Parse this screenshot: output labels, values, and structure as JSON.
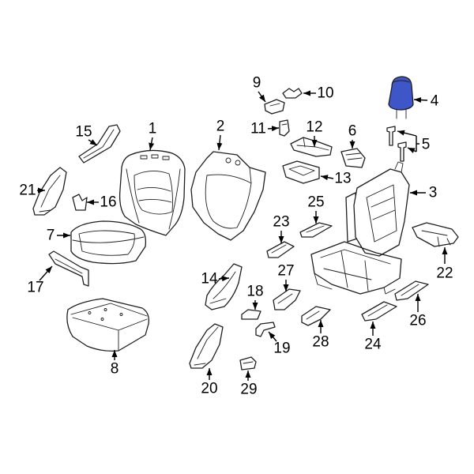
{
  "diagram": {
    "callouts": {
      "p1": "1",
      "p2": "2",
      "p3": "3",
      "p4": "4",
      "p5": "5",
      "p6": "6",
      "p7": "7",
      "p8": "8",
      "p9": "9",
      "p10": "10",
      "p11": "11",
      "p12": "12",
      "p13": "13",
      "p14": "14",
      "p15": "15",
      "p16": "16",
      "p17": "17",
      "p18": "18",
      "p19": "19",
      "p20": "20",
      "p21": "21",
      "p22": "22",
      "p23": "23",
      "p24": "24",
      "p25": "25",
      "p26": "26",
      "p27": "27",
      "p28": "28",
      "p29": "29"
    }
  },
  "colors": {
    "highlight": "#3f56c8",
    "line": "#1e1e1e",
    "background": "#ffffff"
  }
}
